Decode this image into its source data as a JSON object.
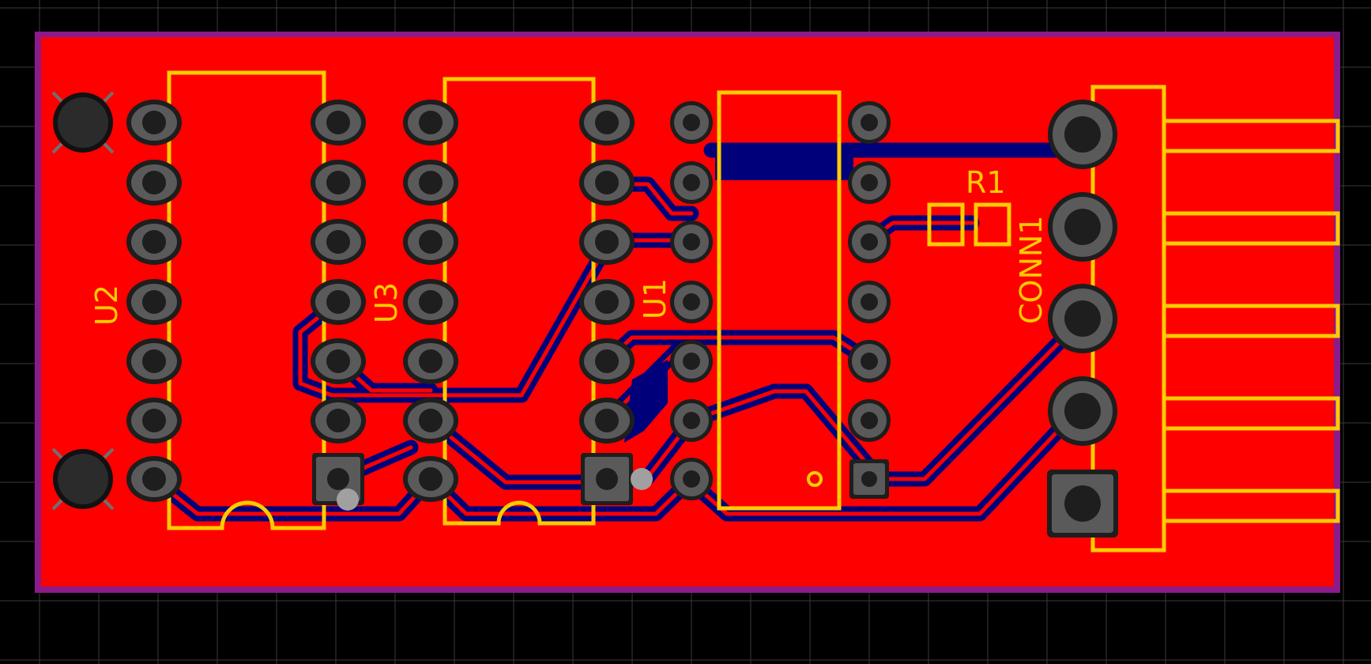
{
  "colors": {
    "background": "#000000",
    "grid": "#3a3a3a",
    "board_fill": "#ff0000",
    "board_outline": "#8b1a8b",
    "silkscreen": "#ffcc00",
    "bottom_copper": "#00007a",
    "pad": "#5a5a5a",
    "pad_mask": "#1e1e1e"
  },
  "components": [
    {
      "ref": "U2",
      "label": "U2",
      "type": "dip-14"
    },
    {
      "ref": "U3",
      "label": "U3",
      "type": "dip-14"
    },
    {
      "ref": "U1",
      "label": "U1",
      "type": "dip-14"
    },
    {
      "ref": "R1",
      "label": "R1",
      "type": "smd-0805"
    },
    {
      "ref": "CONN1",
      "label": "CONN1",
      "type": "header-5-right-angle"
    }
  ],
  "labels": {
    "u2": "U2",
    "u3": "U3",
    "u1": "U1",
    "r1": "R1",
    "conn1": "CONN1"
  },
  "mounting_holes": 2
}
